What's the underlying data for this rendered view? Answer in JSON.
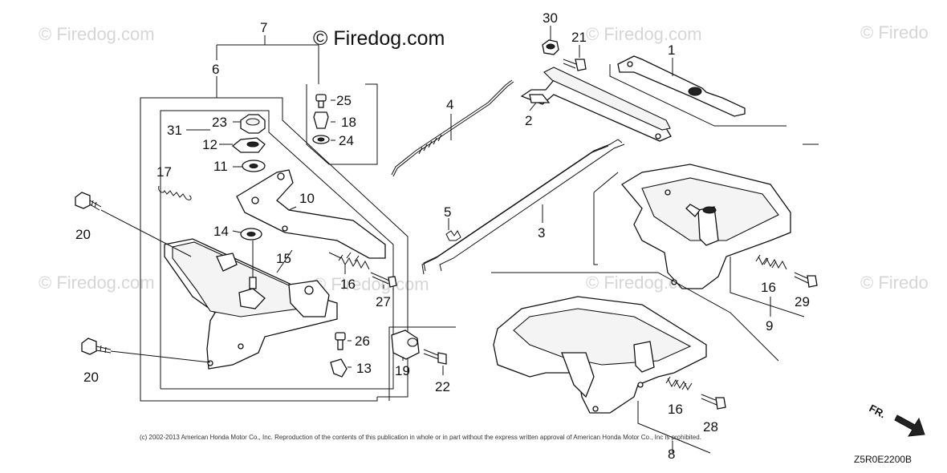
{
  "watermarks": {
    "main": "© Firedog.com",
    "faded": "© Firedog.com",
    "faded_cut": "© Firedo"
  },
  "callouts": [
    "1",
    "2",
    "3",
    "4",
    "5",
    "6",
    "7",
    "8",
    "9",
    "10",
    "11",
    "12",
    "13",
    "14",
    "15",
    "16",
    "16",
    "16",
    "17",
    "18",
    "19",
    "20",
    "20",
    "21",
    "22",
    "23",
    "24",
    "25",
    "26",
    "27",
    "28",
    "29",
    "30",
    "31"
  ],
  "footer": {
    "copyright": "(c) 2002-2013 American Honda Motor Co., Inc. Reproduction of the contents of this publication in whole or in part without the express written approval of American Honda Motor Co., Inc is prohibited.",
    "diagram_code": "Z5R0E2200B"
  },
  "direction_mark": "FR."
}
